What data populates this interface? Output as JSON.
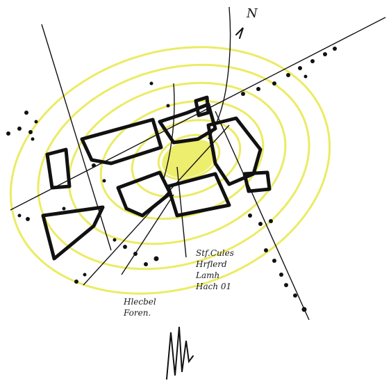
{
  "sketch": {
    "colors": {
      "ink": "#111111",
      "highlight": "#e8e84a",
      "highlight_light": "#f3f39a",
      "background": "#ffffff"
    }
  },
  "annotations": {
    "left_note": [
      "Hlecbel",
      "Foren."
    ],
    "right_note": [
      "Stf.Cules",
      "Hrflerd",
      "Lamh",
      "Hach 01"
    ],
    "top_mark": "N"
  }
}
